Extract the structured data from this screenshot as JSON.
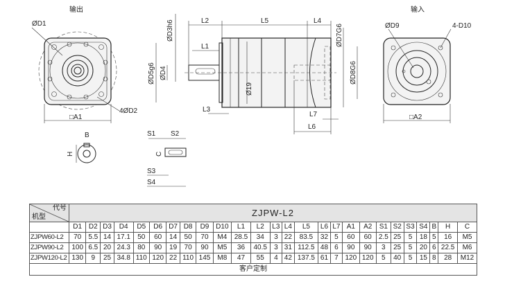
{
  "labels": {
    "output": "输出",
    "input": "输入",
    "D1": "ØD1",
    "D2": "4ØD2",
    "A1": "□A1",
    "D3": "ØD3h6",
    "L2": "L2",
    "L5": "L5",
    "L4": "L4",
    "L1": "L1",
    "D7": "ØD7G6",
    "D5": "ØD5g6",
    "D4": "ØD4",
    "D19": "Ø19",
    "D8": "ØD8G6",
    "L3": "L3",
    "L7": "L7",
    "L6": "L6",
    "B": "B",
    "H": "H",
    "S1": "S1",
    "S2": "S2",
    "C": "C",
    "S3": "S3",
    "S4": "S4",
    "D9": "ØD9",
    "D10": "4-D10",
    "A2": "□A2"
  },
  "table": {
    "corner_top": "代号",
    "corner_bottom": "机型",
    "series": "ZJPW-L2",
    "columns": [
      "D1",
      "D2",
      "D3",
      "D4",
      "D5",
      "D6",
      "D7",
      "D8",
      "D9",
      "D10",
      "L1",
      "L2",
      "L3",
      "L4",
      "L5",
      "L6",
      "L7",
      "A1",
      "A2",
      "S1",
      "S2",
      "S3",
      "S4",
      "B",
      "H",
      "C"
    ],
    "rows": [
      {
        "model": "ZJPW60-L2",
        "values": [
          "70",
          "5.5",
          "14",
          "17.1",
          "50",
          "60",
          "14",
          "50",
          "70",
          "M4",
          "28.5",
          "34",
          "3",
          "22",
          "83.5",
          "32",
          "5",
          "60",
          "60",
          "2.5",
          "25",
          "5",
          "18",
          "5",
          "16",
          "M5"
        ]
      },
      {
        "model": "ZJPW90-L2",
        "values": [
          "100",
          "6.5",
          "20",
          "24.3",
          "80",
          "90",
          "19",
          "70",
          "90",
          "M5",
          "36",
          "40.5",
          "3",
          "31",
          "112.5",
          "48",
          "6",
          "90",
          "90",
          "3",
          "25",
          "5",
          "20",
          "6",
          "22.5",
          "M6"
        ]
      },
      {
        "model": "ZJPW120-L2",
        "values": [
          "130",
          "9",
          "25",
          "34.8",
          "110",
          "120",
          "22",
          "110",
          "145",
          "M8",
          "47",
          "55",
          "4",
          "42",
          "137.5",
          "61",
          "7",
          "120",
          "120",
          "5",
          "40",
          "5",
          "15",
          "8",
          "28",
          "M12"
        ]
      }
    ],
    "footer": "客户定制"
  }
}
